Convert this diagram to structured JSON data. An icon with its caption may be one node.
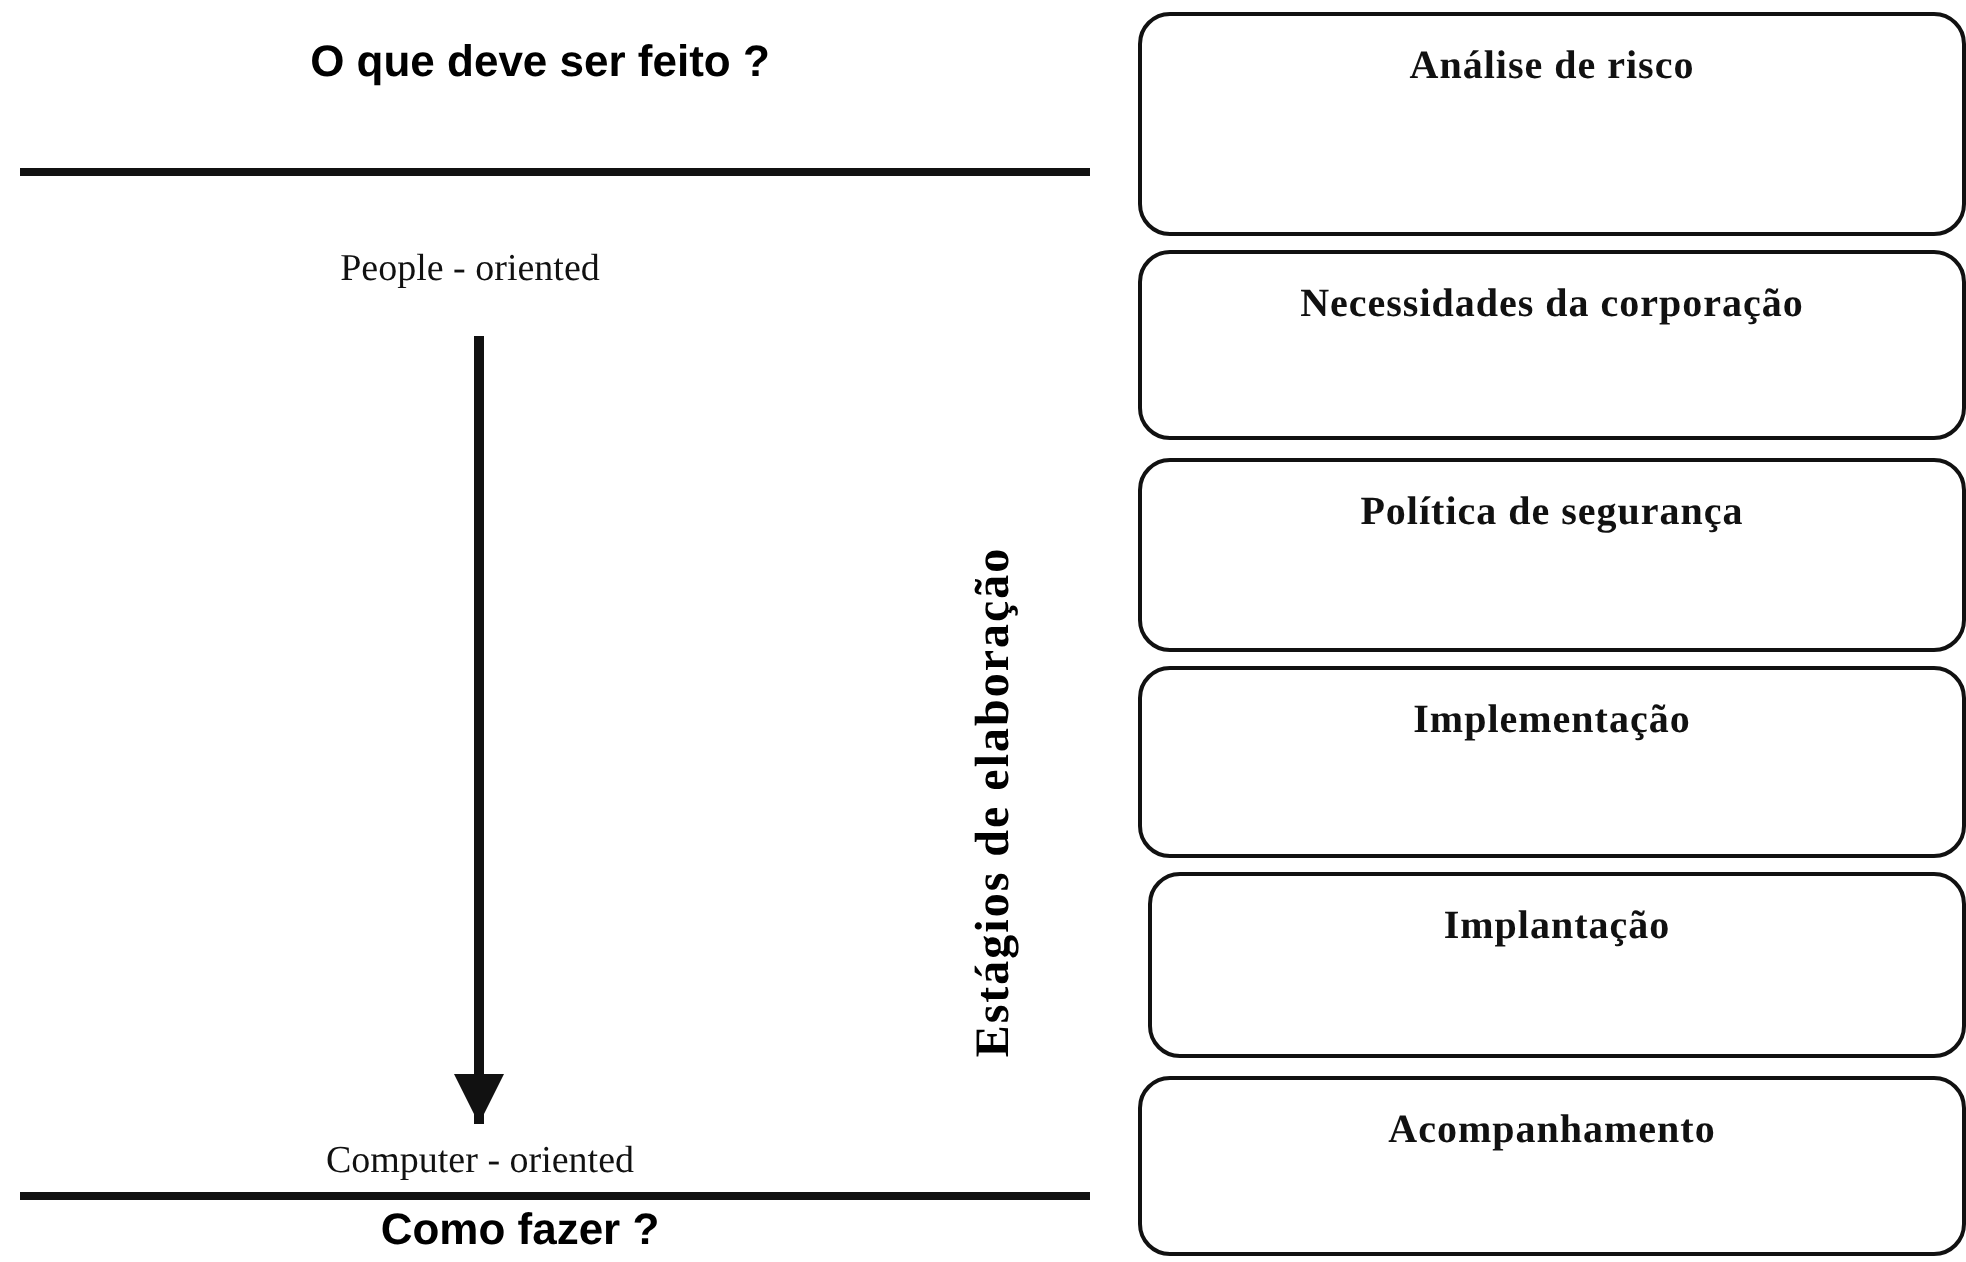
{
  "diagram": {
    "nodes": [
      {
        "text": [
          "People - oriented"
        ]
      },
      {
        "text": [
          "Computer - oriented"
        ]
      },
      {
        "text": [
          "Análise de risco"
        ]
      },
      {
        "text": [
          "Necessidades da corporação"
        ]
      },
      {
        "text": [
          "Política de segurança"
        ]
      },
      {
        "text": [
          "Implementação"
        ]
      },
      {
        "text": [
          "Implantação"
        ]
      },
      {
        "text": [
          "Acompanhamento"
        ]
      }
    ],
    "edges": [
      {
        "from": 0,
        "to": 1,
        "arrow": "to"
      }
    ],
    "labels": [
      "O que deve ser feito ?",
      "Estágios de elaboração",
      "Como fazer ?"
    ]
  }
}
